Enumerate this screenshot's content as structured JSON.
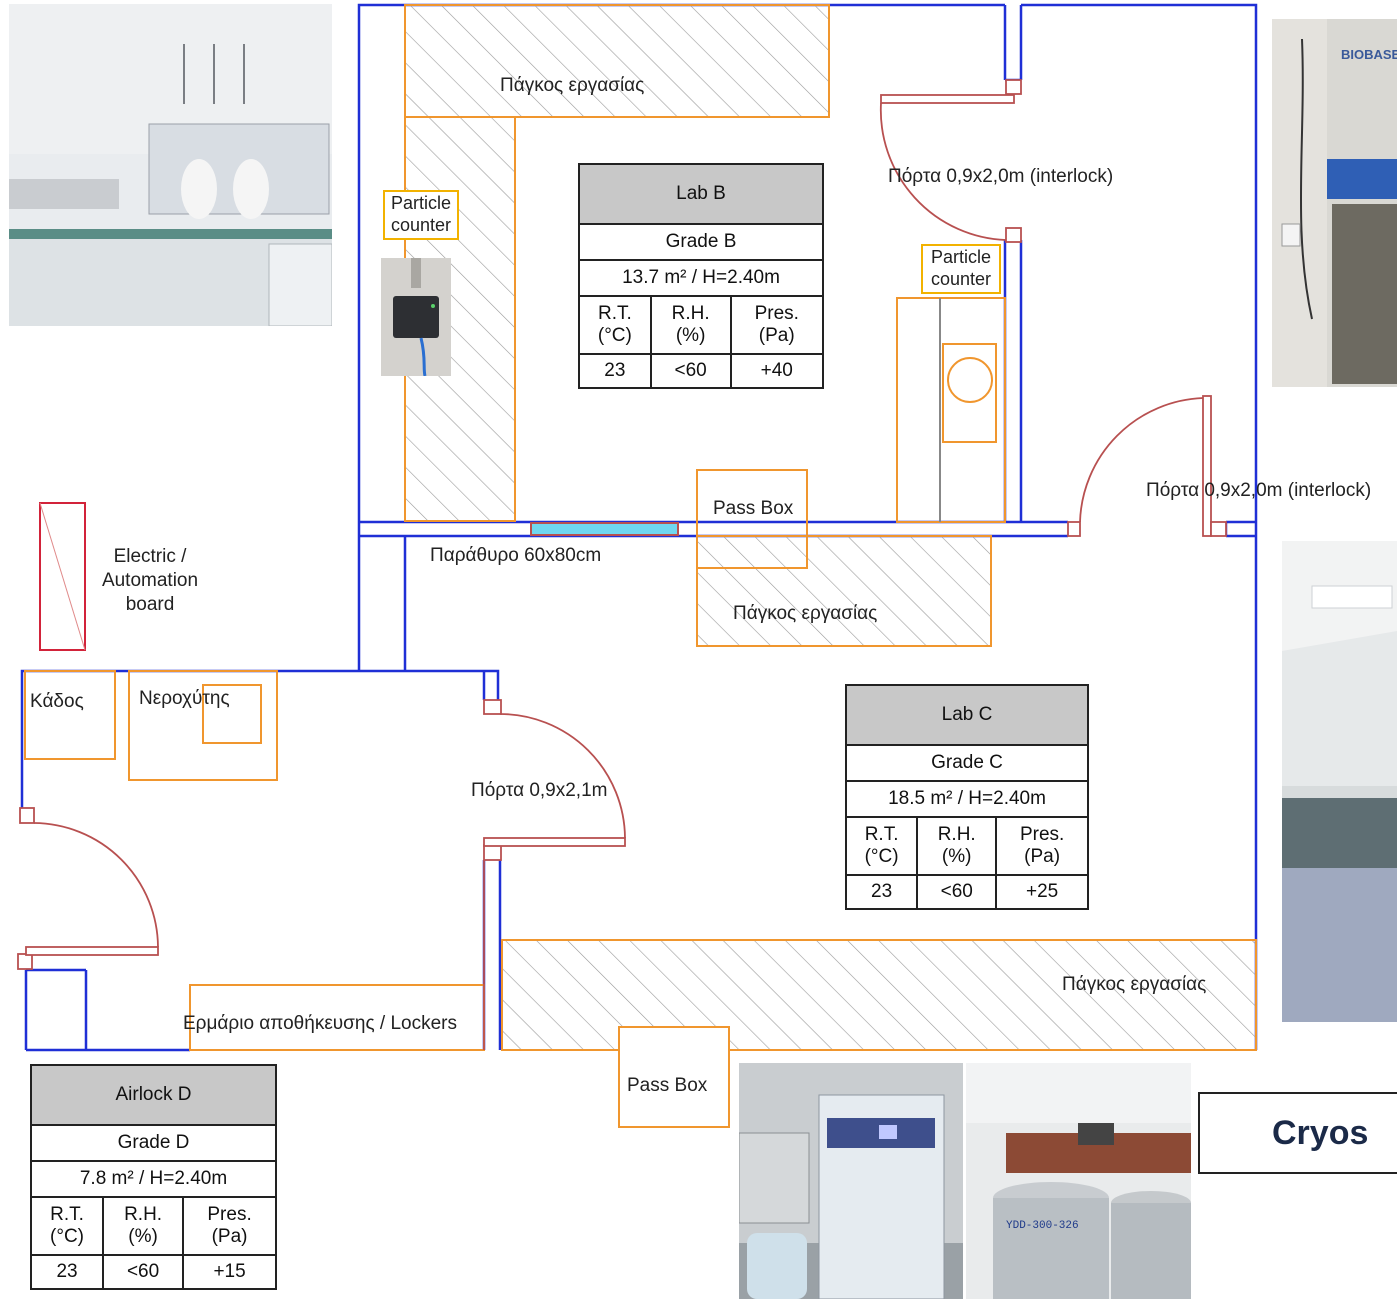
{
  "labels": {
    "bench_top": "Πάγκος εργασίας",
    "bench_mid": "Πάγκος εργασίας",
    "bench_bottom": "Πάγκος εργασίας",
    "door_interlock_top": "Πόρτα 0,9x2,0m (interlock)",
    "door_interlock_right": "Πόρτα 0,9x2,0m (interlock)",
    "window": "Παράθυρο 60x80cm",
    "pass_box_b": "Pass Box",
    "pass_box_bottom": "Pass Box",
    "electric_line1": "Electric /",
    "electric_line2": "Automation",
    "electric_line3": "board",
    "bin": "Κάδος",
    "sink": "Νεροχύτης",
    "door_airlock": "Πόρτα 0,9x2,1m",
    "lockers": "Ερμάριο αποθήκευσης / Lockers",
    "cryo": "Cryos"
  },
  "particle_counters": [
    {
      "line1": "Particle",
      "line2": "counter"
    },
    {
      "line1": "Particle",
      "line2": "counter"
    }
  ],
  "rooms": {
    "lab_b": {
      "name": "Lab B",
      "grade": "Grade B",
      "area": "13.7 m² / H=2.40m",
      "h1": "R.T.",
      "h1b": "(°C)",
      "h2": "R.H.",
      "h2b": "(%)",
      "h3": "Pres.",
      "h3b": "(Pa)",
      "rt": "23",
      "rh": "<60",
      "pres": "+40"
    },
    "lab_c": {
      "name": "Lab C",
      "grade": "Grade C",
      "area": "18.5 m² / H=2.40m",
      "h1": "R.T.",
      "h1b": "(°C)",
      "h2": "R.H.",
      "h2b": "(%)",
      "h3": "Pres.",
      "h3b": "(Pa)",
      "rt": "23",
      "rh": "<60",
      "pres": "+25"
    },
    "airlock_d": {
      "name": "Airlock D",
      "grade": "Grade D",
      "area": "7.8 m² / H=2.40m",
      "h1": "R.T.",
      "h1b": "(°C)",
      "h2": "R.H.",
      "h2b": "(%)",
      "h3": "Pres.",
      "h3b": "(Pa)",
      "rt": "23",
      "rh": "<60",
      "pres": "+15"
    }
  },
  "photos": {
    "biobase_logo": "BIOBASE",
    "dewar_text": "YDD-300-326"
  },
  "colors": {
    "wall": "#1f2fd6",
    "furniture": "#f0962e",
    "door": "#b85050",
    "window": "#6fd7f0",
    "highlight": "#f2b200"
  }
}
